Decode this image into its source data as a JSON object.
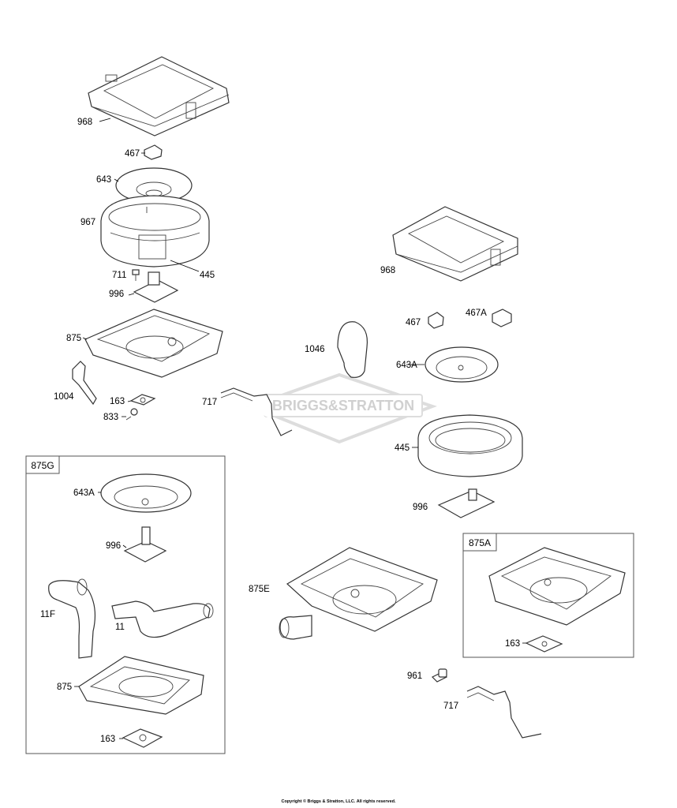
{
  "watermark": {
    "text": "BRIGGS&STRATTON",
    "color": "#d0d0d0"
  },
  "part_labels": {
    "p968_a": "968",
    "p467_a": "467",
    "p643_a": "643",
    "p967": "967",
    "p445_a": "445",
    "p711": "711",
    "p996_a": "996",
    "p875_a": "875",
    "p1004": "1004",
    "p163_a": "163",
    "p833": "833",
    "p717_a": "717",
    "p968_b": "968",
    "p467_b": "467",
    "p467A": "467A",
    "p1046": "1046",
    "p643A_b": "643A",
    "p445_b": "445",
    "p996_b": "996",
    "p875E": "875E",
    "p961": "961",
    "p717_b": "717",
    "p643A_c": "643A",
    "p996_c": "996",
    "p11F": "11F",
    "p11": "11",
    "p875_c": "875",
    "p163_c": "163",
    "p163_d": "163"
  },
  "kit_boxes": {
    "kit_875G": "875G",
    "kit_875A": "875A"
  },
  "footer": {
    "copyright": "Copyright © Briggs & Stratton, LLC. All rights reserved."
  }
}
